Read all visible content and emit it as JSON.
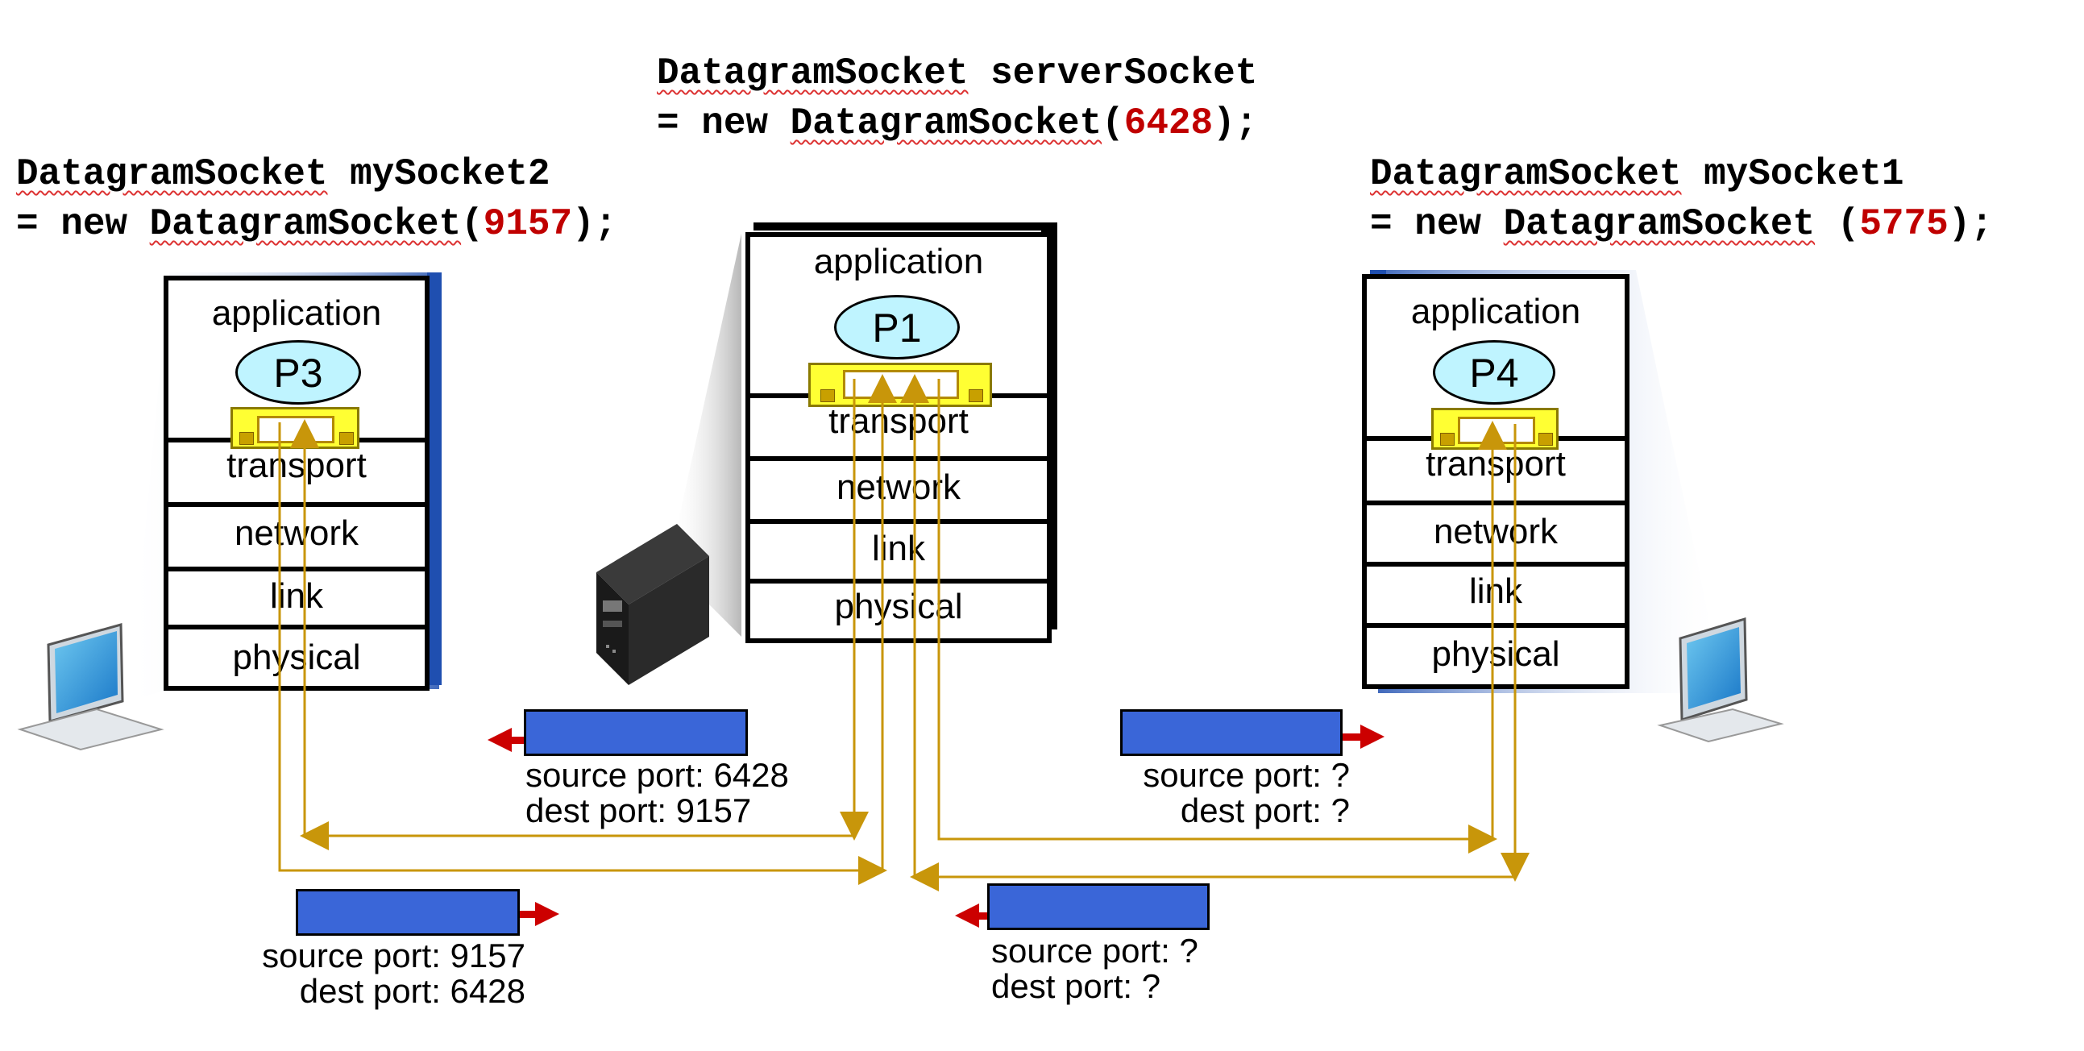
{
  "server_code": {
    "line1_a": "DatagramSocket",
    "line1_b": " serverSocket",
    "line2_a": "= new ",
    "line2_b": "DatagramSocket",
    "line2_c": "(",
    "port": "6428",
    "line2_d": ");"
  },
  "client2_code": {
    "line1_a": "DatagramSocket",
    "line1_b": " mySocket2",
    "line2_a": "= new ",
    "line2_b": "DatagramSocket",
    "line2_c": "(",
    "port": "9157",
    "line2_d": ");"
  },
  "client1_code": {
    "line1_a": "DatagramSocket",
    "line1_b": " mySocket1",
    "line2_a": "= new ",
    "line2_b": "DatagramSocket",
    "line2_c": " (",
    "port": "5775",
    "line2_d": ");"
  },
  "layers": {
    "application": "application",
    "transport": "transport",
    "network": "network",
    "link": "link",
    "physical": "physical"
  },
  "processes": {
    "left": "P3",
    "center": "P1",
    "right": "P4"
  },
  "packets": {
    "server_to_p3": {
      "src": "source port: 6428",
      "dst": "dest port: 9157"
    },
    "p3_to_server": {
      "src": "source port: 9157",
      "dst": "dest port: 6428"
    },
    "server_to_p4": {
      "src": "source port: ?",
      "dst": "dest port: ?"
    },
    "p4_to_server": {
      "src": "source port: ?",
      "dst": "dest port: ?"
    }
  },
  "colors": {
    "packet": "#3a66d8",
    "arrow_red": "#cc0000",
    "flow_line": "#c8960a",
    "port_number": "#c00000",
    "process": "#bff4ff",
    "socket": "#ffff33"
  }
}
